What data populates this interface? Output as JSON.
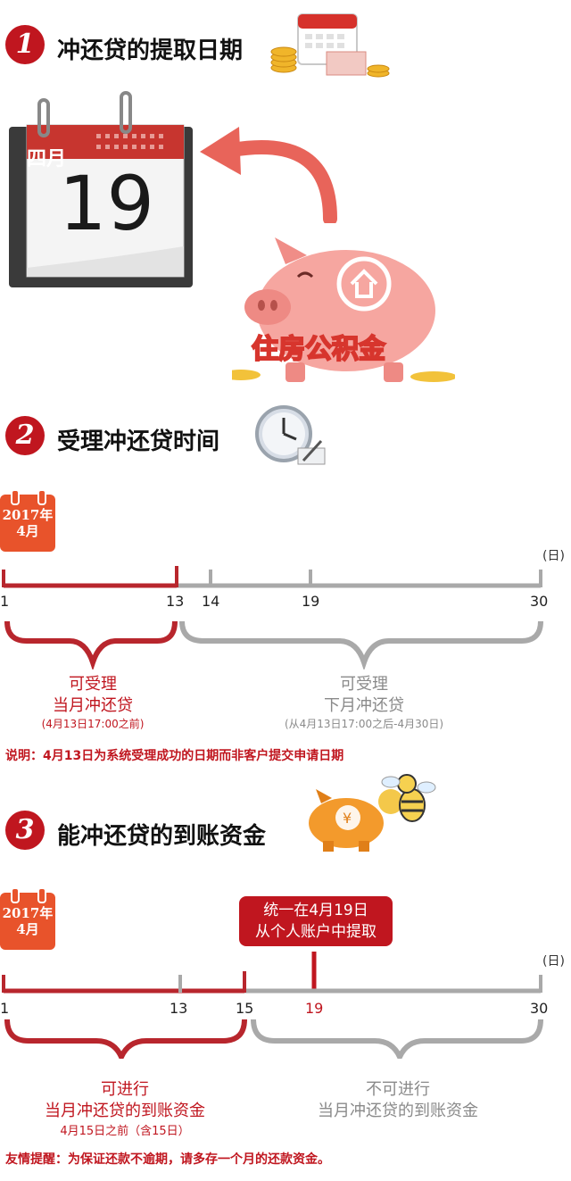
{
  "section1": {
    "number": "1",
    "title": "冲还贷的提取日期",
    "calendar_month": "四月",
    "calendar_day": "19",
    "piggy_label": "住房公积金"
  },
  "section2": {
    "number": "2",
    "title": "受理冲还贷时间",
    "badge_year": "2017年",
    "badge_month": "4月",
    "unit": "(日)",
    "ticks": [
      "1",
      "13",
      "14",
      "19",
      "30"
    ],
    "left_title": "可受理",
    "left_sub": "当月冲还贷",
    "left_note": "(4月13日17:00之前)",
    "right_title": "可受理",
    "right_sub": "下月冲还贷",
    "right_note": "(从4月13日17:00之后-4月30日)",
    "remark": "说明：4月13日为系统受理成功的日期而非客户提交申请日期"
  },
  "section3": {
    "number": "3",
    "title": "能冲还贷的到账资金",
    "badge_year": "2017年",
    "badge_month": "4月",
    "unit": "(日)",
    "callout_line1": "统一在4月19日",
    "callout_line2": "从个人账户中提取",
    "ticks": [
      "1",
      "13",
      "15",
      "19",
      "30"
    ],
    "left_title": "可进行",
    "left_sub": "当月冲还贷的到账资金",
    "left_note": "4月15日之前（含15日）",
    "right_title": "不可进行",
    "right_sub": "当月冲还贷的到账资金",
    "reminder": "友情提醒：为保证还款不逾期，请多存一个月的还款资金。"
  },
  "colors": {
    "red": "#c0161f",
    "orange": "#e8532b",
    "gray": "#9a9a9a"
  }
}
